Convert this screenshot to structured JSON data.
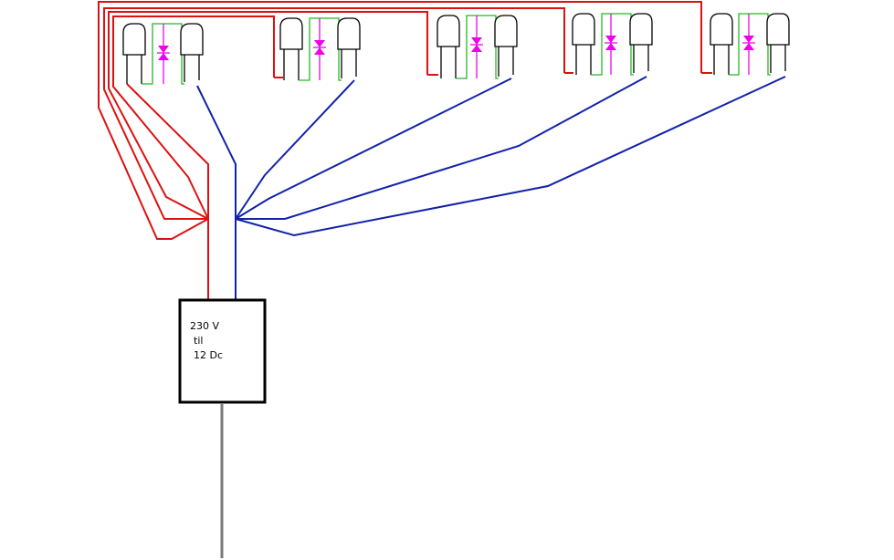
{
  "diagram": {
    "power_supply": {
      "line1": "230 V",
      "line2": "til",
      "line3": "12 Dc"
    },
    "lamp_units": [
      {
        "id": "unit-1"
      },
      {
        "id": "unit-2"
      },
      {
        "id": "unit-3"
      },
      {
        "id": "unit-4"
      },
      {
        "id": "unit-5"
      }
    ],
    "colors": {
      "positive_wire": "#dd1111",
      "negative_wire": "#1122aa",
      "internal_link": "#22bb22",
      "switch_symbol": "#ee00ee",
      "mains_cable": "#7a7a7a",
      "outline": "#000000"
    }
  }
}
